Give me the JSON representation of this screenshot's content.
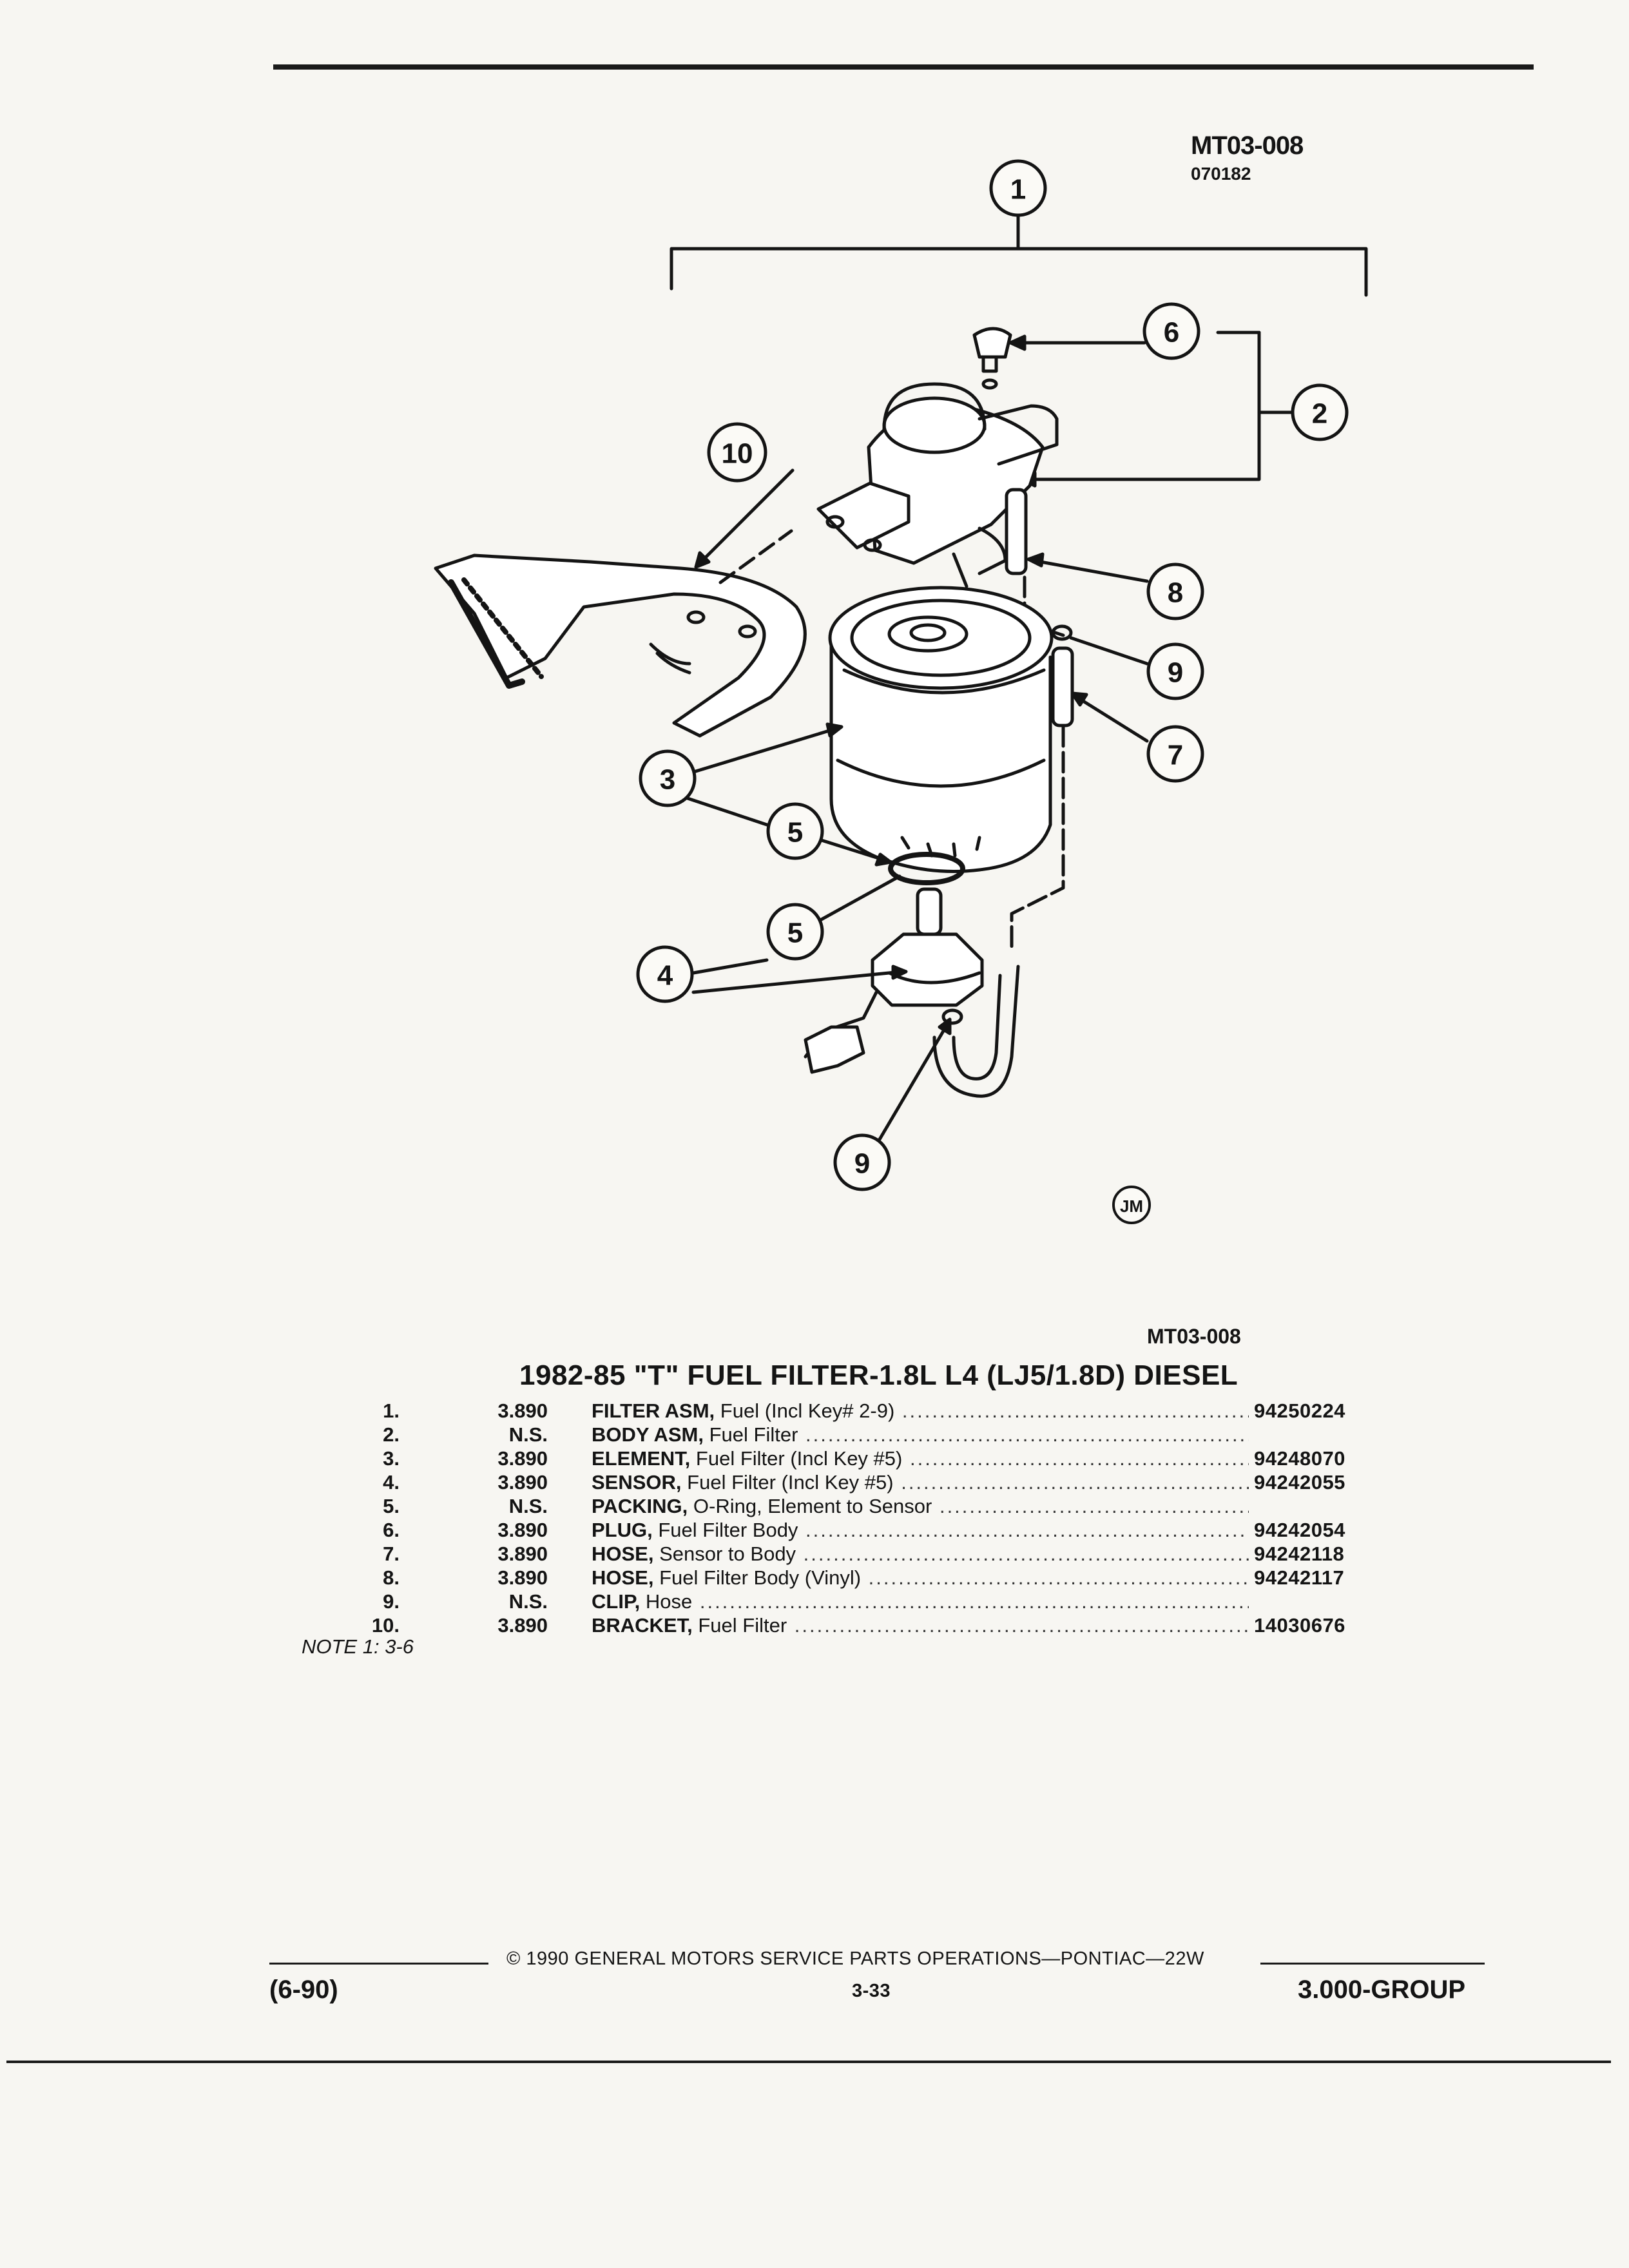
{
  "header": {
    "figure_code": "MT03-008",
    "figure_date": "070182"
  },
  "diagram": {
    "callouts": [
      "1",
      "2",
      "3",
      "4",
      "5",
      "5",
      "6",
      "7",
      "8",
      "9",
      "9",
      "10"
    ],
    "logo_mark": "JM"
  },
  "caption": {
    "figure_code": "MT03-008",
    "title": "1982-85 \"T\" FUEL FILTER-1.8L L4 (LJ5/1.8D) DIESEL"
  },
  "parts": [
    {
      "index": "1.",
      "group": "3.890",
      "name": "FILTER ASM,",
      "detail": "Fuel (Incl Key# 2-9)",
      "part_number": "94250224"
    },
    {
      "index": "2.",
      "group": "N.S.",
      "name": "BODY ASM,",
      "detail": "Fuel Filter",
      "part_number": ""
    },
    {
      "index": "3.",
      "group": "3.890",
      "name": "ELEMENT,",
      "detail": "Fuel Filter (Incl Key #5)",
      "part_number": "94248070"
    },
    {
      "index": "4.",
      "group": "3.890",
      "name": "SENSOR,",
      "detail": "Fuel Filter (Incl Key #5)",
      "part_number": "94242055"
    },
    {
      "index": "5.",
      "group": "N.S.",
      "name": "PACKING,",
      "detail": "O-Ring, Element to Sensor",
      "part_number": ""
    },
    {
      "index": "6.",
      "group": "3.890",
      "name": "PLUG,",
      "detail": "Fuel Filter Body",
      "part_number": "94242054"
    },
    {
      "index": "7.",
      "group": "3.890",
      "name": "HOSE,",
      "detail": "Sensor to Body",
      "part_number": "94242118"
    },
    {
      "index": "8.",
      "group": "3.890",
      "name": "HOSE,",
      "detail": "Fuel Filter Body (Vinyl)",
      "part_number": "94242117"
    },
    {
      "index": "9.",
      "group": "N.S.",
      "name": "CLIP,",
      "detail": "Hose",
      "part_number": ""
    },
    {
      "index": "10.",
      "group": "3.890",
      "name": "BRACKET,",
      "detail": "Fuel Filter",
      "part_number": "14030676"
    }
  ],
  "note": "NOTE 1: 3-6",
  "footer": {
    "copyright": "© 1990 GENERAL MOTORS SERVICE PARTS OPERATIONS—PONTIAC—22W",
    "revision": "(6-90)",
    "page": "3-33",
    "group": "3.000-GROUP"
  }
}
